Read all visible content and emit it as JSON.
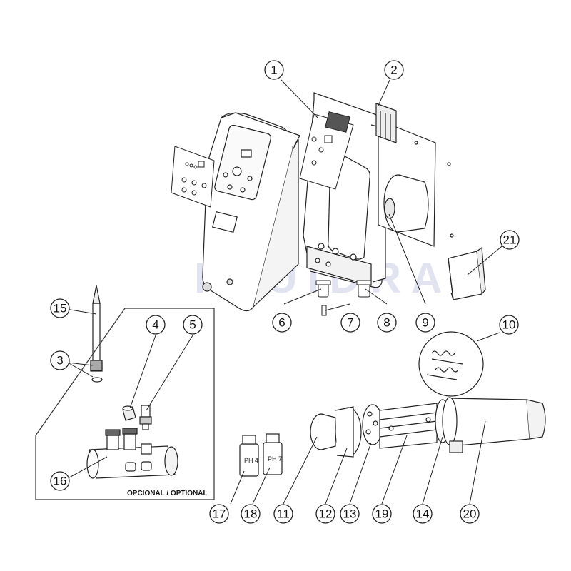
{
  "watermark": "FLUIDRA",
  "optional_label": "OPCIONAL / OPTIONAL",
  "ph_labels": [
    "PH 4",
    "PH 7"
  ],
  "callouts": [
    "1",
    "2",
    "3",
    "4",
    "5",
    "6",
    "7",
    "8",
    "9",
    "10",
    "11",
    "12",
    "13",
    "14",
    "15",
    "16",
    "17",
    "18",
    "19",
    "20",
    "21"
  ],
  "colors": {
    "line": "#222222",
    "watermark": "#c9cde6",
    "group_frame": "#333333"
  }
}
